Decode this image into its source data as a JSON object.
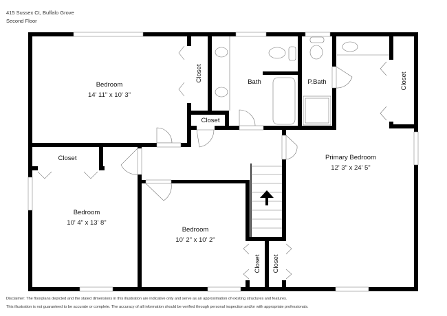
{
  "header": {
    "address": "415 Sussex Ct, Buffalo Grove",
    "floor": "Second Floor"
  },
  "rooms": {
    "bedroom1": {
      "name": "Bedroom",
      "dims": "14' 11\" x 10' 3\""
    },
    "bedroom2": {
      "name": "Bedroom",
      "dims": "10' 4\" x 13' 8\""
    },
    "bedroom3": {
      "name": "Bedroom",
      "dims": "10' 2\" x 10' 2\""
    },
    "primary": {
      "name": "Primary Bedroom",
      "dims": "12' 3\" x 24' 5\""
    },
    "bath": {
      "name": "Bath"
    },
    "pbath": {
      "name": "P.Bath"
    },
    "closet_b1": {
      "name": "Closet"
    },
    "closet_hall": {
      "name": "Closet"
    },
    "closet_b2": {
      "name": "Closet"
    },
    "closet_primary": {
      "name": "Closet"
    },
    "closet_b3": {
      "name": "Closet"
    },
    "closet_primary2": {
      "name": "Closet"
    }
  },
  "stairs": {
    "direction": "up-arrow-icon"
  },
  "disclaimer": {
    "line1": "Disclaimer: The floorplans depicted and the stated dimensions in this illustration are indicative only and serve as an approximation of existing structures and features.",
    "line2": "This illustration is not guaranteed to be accurate or complete. The accuracy of all information should be verified through personal inspection and/or with appropriate professionals."
  }
}
